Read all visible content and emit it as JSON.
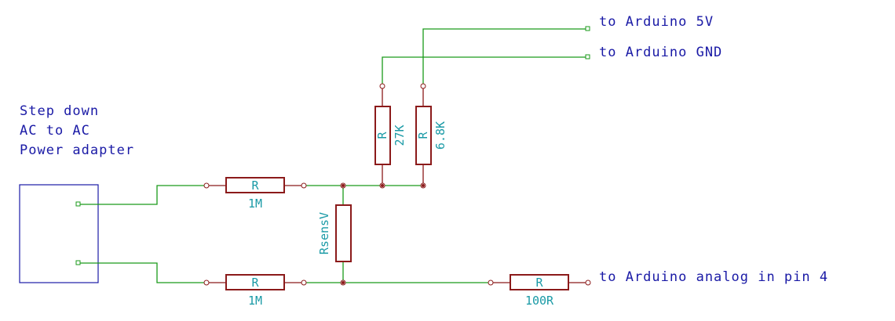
{
  "adapter": {
    "line1": "Step down",
    "line2": "AC to AC",
    "line3": "Power adapter"
  },
  "connections": {
    "v5": "to Arduino 5V",
    "gnd": "to Arduino GND",
    "analog": "to Arduino analog in pin 4"
  },
  "resistors": {
    "r_top_label": "R",
    "r_top_value": "1M",
    "r_bottom_label": "R",
    "r_bottom_value": "1M",
    "r_27k_label": "R",
    "r_27k_value": "27K",
    "r_68k_label": "R",
    "r_68k_value": "6.8K",
    "r_100_label": "R",
    "r_100_value": "100R",
    "rsens_label": "RsensV"
  },
  "colors": {
    "wire": "#1a9a1a",
    "component": "#8b1a1a",
    "text": "#1a1aa6",
    "value_text": "#1a9aa6"
  }
}
